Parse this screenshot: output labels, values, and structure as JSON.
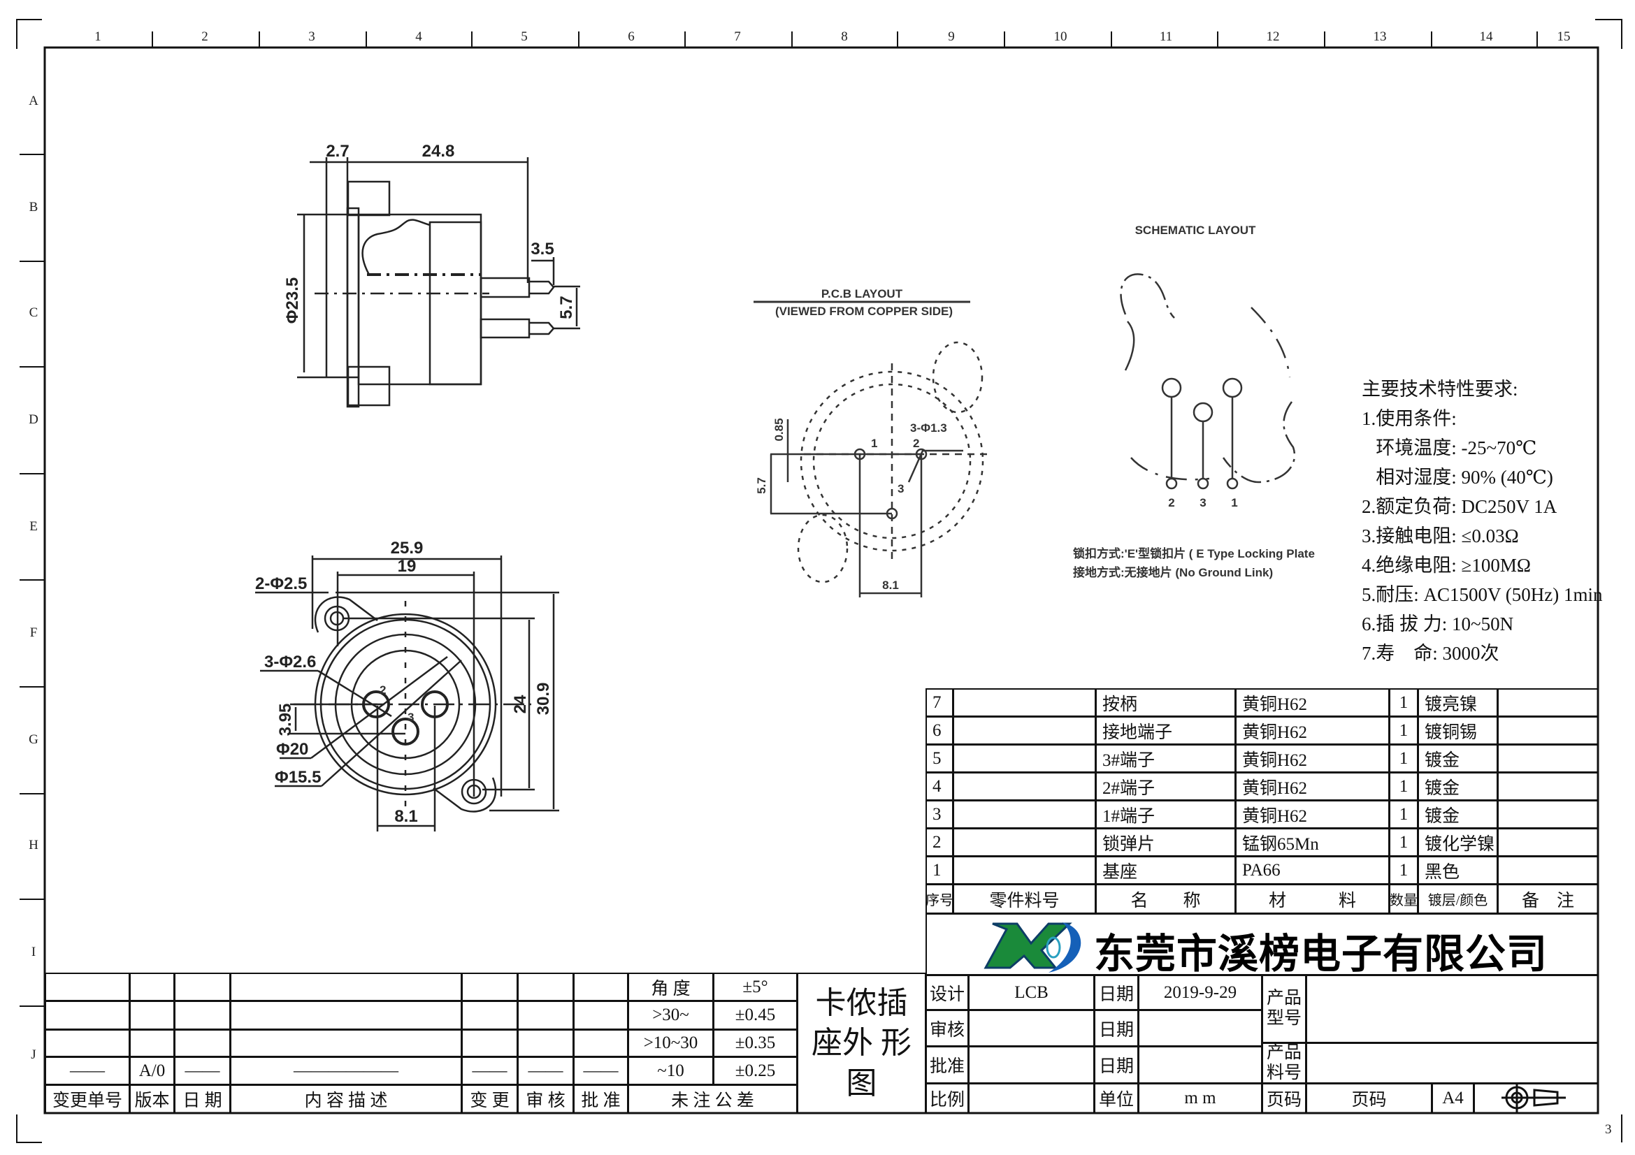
{
  "sheet": {
    "page_number": "3",
    "column_markers": [
      "1",
      "2",
      "3",
      "4",
      "5",
      "6",
      "7",
      "8",
      "9",
      "10",
      "11",
      "12",
      "13",
      "14",
      "15"
    ],
    "row_markers": [
      "A",
      "B",
      "C",
      "D",
      "E",
      "F",
      "G",
      "H",
      "I",
      "J"
    ]
  },
  "side_view": {
    "dim_2_7": "2.7",
    "dim_24_8": "24.8",
    "dim_3_5": "3.5",
    "dim_5_7": "5.7",
    "dim_dia_23_5": "Φ23.5"
  },
  "front_view": {
    "dim_25_9": "25.9",
    "dim_19": "19",
    "dim_24": "24",
    "dim_30_9": "30.9",
    "dim_8_1": "8.1",
    "dim_3_95": "3.95",
    "holes_mount": "2-Φ2.5",
    "holes_pins": "3-Φ2.6",
    "dia_20": "Φ20",
    "dia_15_5": "Φ15.5",
    "pin_labels": [
      "2",
      "3"
    ]
  },
  "pcb_layout": {
    "title": "P.C.B LAYOUT",
    "subtitle": "(VIEWED FROM COPPER SIDE)",
    "dim_0_85": "0.85",
    "dim_5_7": "5.7",
    "dim_8_1": "8.1",
    "holes": "3-Φ1.3",
    "pin_labels": [
      "1",
      "2",
      "3"
    ]
  },
  "schematic": {
    "title": "SCHEMATIC LAYOUT",
    "pin_labels": [
      "2",
      "3",
      "1"
    ],
    "notes": [
      "锁扣方式:'E'型锁扣片 ( E Type Locking Plate",
      "接地方式:无接地片 (No Ground Link)"
    ]
  },
  "tech_requirements": {
    "title": "主要技术特性要求:",
    "lines": [
      "1.使用条件:",
      "   环境温度: -25~70℃",
      "   相对湿度: 90% (40℃)",
      "2.额定负荷: DC250V 1A",
      "3.接触电阻: ≤0.03Ω",
      "4.绝缘电阻: ≥100MΩ",
      "5.耐压: AC1500V (50Hz) 1min",
      "6.插 拔 力: 10~50N",
      "7.寿    命: 3000次"
    ]
  },
  "parts_table": {
    "headers": [
      "序号",
      "零件料号",
      "名　　称",
      "材　　　料",
      "数量",
      "镀层/颜色",
      "备　注"
    ],
    "rows": [
      [
        "7",
        "",
        "按柄",
        "黄铜H62",
        "1",
        "镀亮镍",
        ""
      ],
      [
        "6",
        "",
        "接地端子",
        "黄铜H62",
        "1",
        "镀铜锡",
        ""
      ],
      [
        "5",
        "",
        "3#端子",
        "黄铜H62",
        "1",
        "镀金",
        ""
      ],
      [
        "4",
        "",
        "2#端子",
        "黄铜H62",
        "1",
        "镀金",
        ""
      ],
      [
        "3",
        "",
        "1#端子",
        "黄铜H62",
        "1",
        "镀金",
        ""
      ],
      [
        "2",
        "",
        "锁弹片",
        "锰钢65Mn",
        "1",
        "镀化学镍",
        ""
      ],
      [
        "1",
        "",
        "基座",
        "PA66",
        "1",
        "黑色",
        ""
      ]
    ]
  },
  "company": {
    "name": "东莞市溪榜电子有限公司",
    "logo_colors": [
      "#1a8a3a",
      "#1560b8"
    ]
  },
  "revision_block": {
    "headers": [
      "变更单号",
      "版本",
      "日 期",
      "内 容 描 述",
      "变 更",
      "审 核",
      "批 准"
    ],
    "values": [
      "——",
      "A/0",
      "——",
      "——————",
      "——",
      "——",
      "——"
    ]
  },
  "tolerance": {
    "header": "未 注 公 差",
    "rows": [
      [
        "角 度",
        "±5°"
      ],
      [
        ">30~",
        "±0.45"
      ],
      [
        ">10~30",
        "±0.35"
      ],
      [
        "~10",
        "±0.25"
      ]
    ]
  },
  "drawing_title": "卡侬插座外 形 图",
  "title_block": {
    "design_label": "设计",
    "design_value": "LCB",
    "review_label": "审核",
    "approve_label": "批准",
    "date_label": "日期",
    "design_date": "2019-9-29",
    "scale_label": "比例",
    "unit_label": "单位",
    "unit_value": "m m",
    "page_label": "页码",
    "page_value": "页码",
    "paper_size": "A4",
    "product_model_label": "产品型号",
    "product_part_label": "产品料号"
  }
}
